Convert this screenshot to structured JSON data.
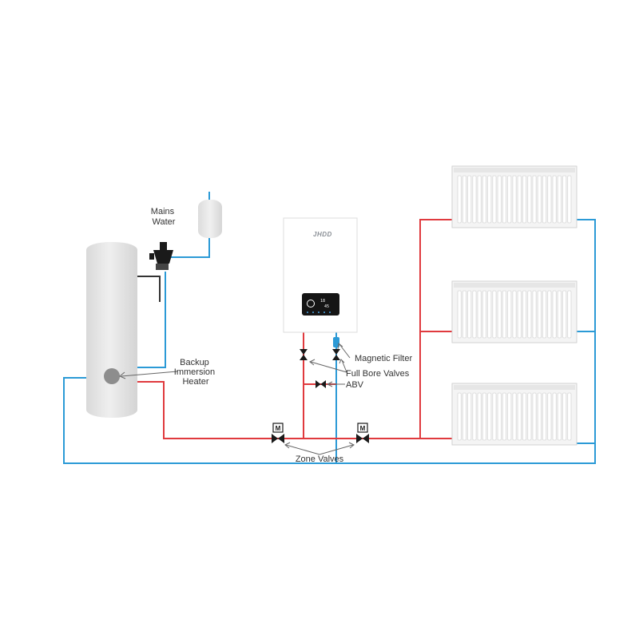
{
  "labels": {
    "mains_water": [
      "Mains",
      "Water"
    ],
    "backup_heater": [
      "Backup",
      "Immersion",
      "Heater"
    ],
    "magnetic_filter": "Magnetic Filter",
    "full_bore_valves": "Full Bore Valves",
    "abv": "ABV",
    "zone_valves": "Zone Valves"
  },
  "boiler": {
    "brand": "JHDD",
    "screen_reading": "45",
    "screen_small": "18"
  },
  "zone_valve_symbol": "M",
  "colors": {
    "flow_pipe": "#e03a3e",
    "return_pipe": "#2b9ad6",
    "cylinder": "#e8e8e8",
    "radiator": "#f4f4f4",
    "valve": "#1a1a1a"
  }
}
